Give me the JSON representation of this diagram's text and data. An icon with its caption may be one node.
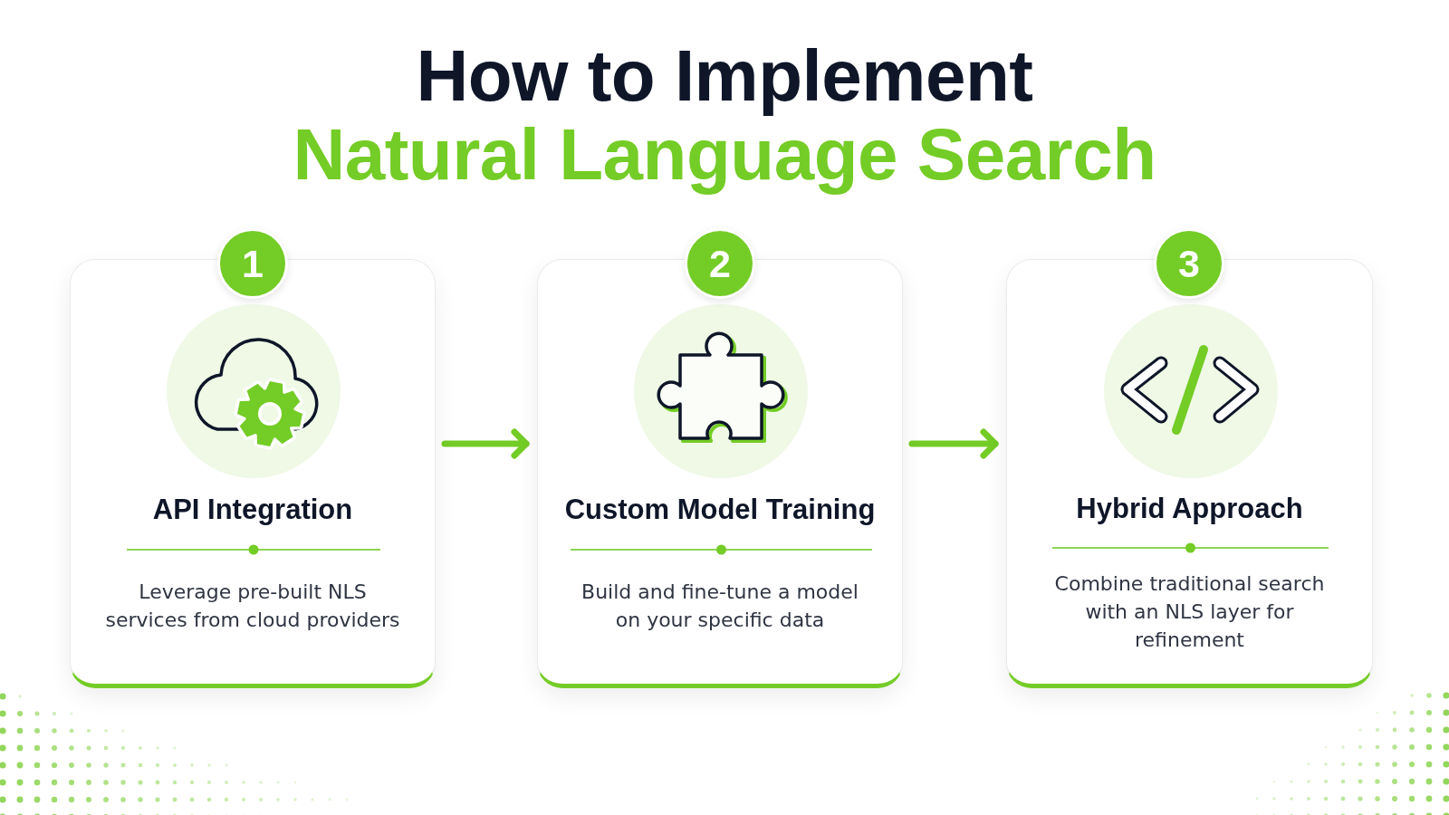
{
  "diagram": {
    "title": "How to Implement",
    "nodes": [
      {
        "text": [
          "1"
        ]
      },
      {
        "text": [
          "API Integration",
          "Leverage pre-built NLS services from cloud providers"
        ]
      },
      {
        "text": [
          "2"
        ]
      },
      {
        "text": [
          "Custom Model Training",
          "Build and fine-tune a model on your specific data"
        ]
      },
      {
        "text": [
          "3"
        ]
      },
      {
        "text": [
          "Hybrid Approach",
          "Combine traditional search with an NLS layer for refinement"
        ]
      }
    ],
    "edges": [
      {
        "from": 1,
        "to": 3,
        "arrow": "to"
      },
      {
        "from": 3,
        "to": 5,
        "arrow": "to"
      }
    ],
    "labels": [
      "Natural Language Search"
    ]
  }
}
